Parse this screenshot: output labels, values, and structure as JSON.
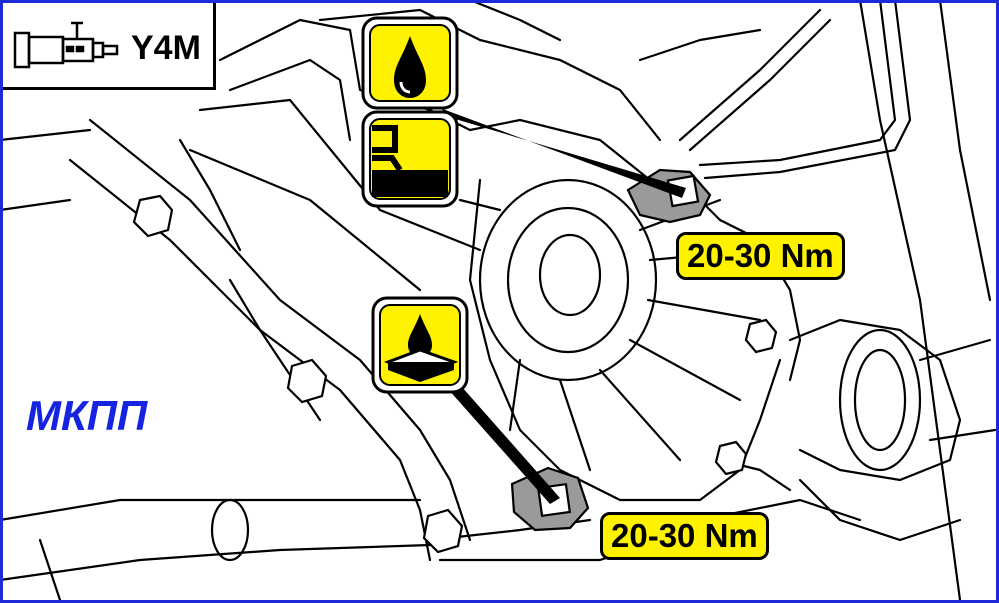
{
  "header": {
    "model_code": "Y4M",
    "transmission_icon": "transmission-gearbox-icon"
  },
  "transmission_type": "МКПП",
  "callouts": [
    {
      "name": "fill-plug",
      "icons": [
        "oil-drop-icon",
        "fill-level-icon"
      ],
      "torque": "20-30 Nm"
    },
    {
      "name": "drain-plug",
      "icons": [
        "oil-drain-icon"
      ],
      "torque": "20-30 Nm"
    }
  ],
  "colors": {
    "frame": "#1e2ad8",
    "label_fill": "#fff200",
    "ink": "#000000",
    "text_accent": "#1424e0"
  }
}
